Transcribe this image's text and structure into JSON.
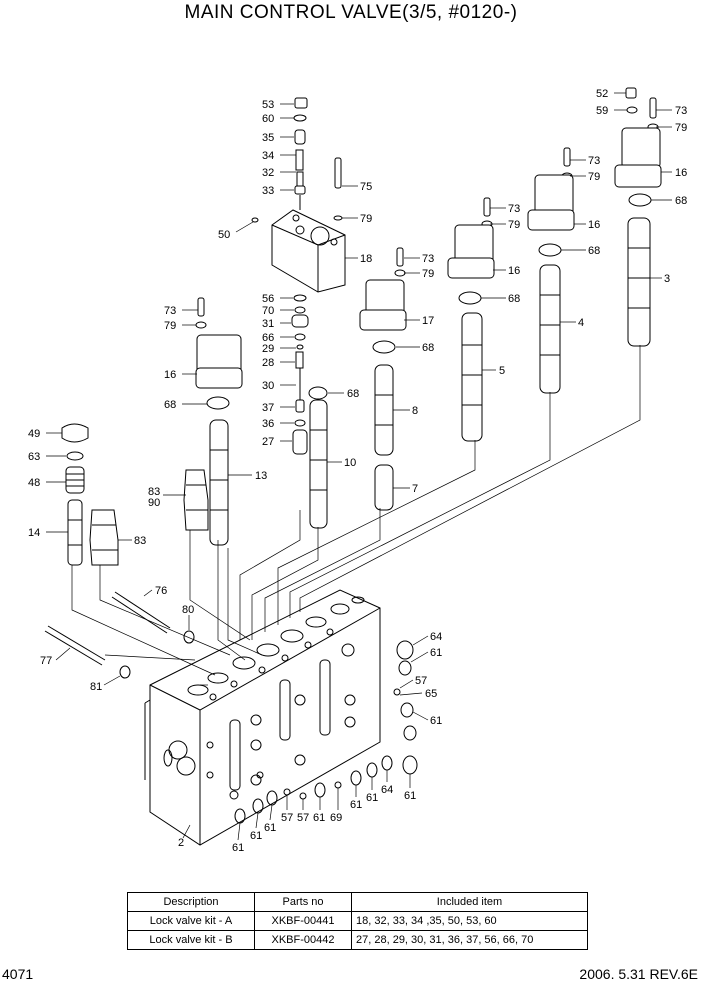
{
  "title": "MAIN CONTROL VALVE(3/5, #0120-)",
  "page_number": "4071",
  "revision": "2006. 5.31  REV.6E",
  "kit_table": {
    "headers": [
      "Description",
      "Parts no",
      "Included item"
    ],
    "rows": [
      [
        "Lock valve kit - A",
        "XKBF-00441",
        "18, 32, 33, 34 ,35, 50, 53, 60"
      ],
      [
        "Lock valve kit - B",
        "XKBF-00442",
        "27, 28, 29, 30, 31, 36, 37, 56, 66, 70"
      ]
    ]
  },
  "callouts": [
    "53",
    "60",
    "35",
    "34",
    "32",
    "33",
    "75",
    "79",
    "50",
    "18",
    "73",
    "79",
    "56",
    "70",
    "31",
    "66",
    "29",
    "28",
    "30",
    "37",
    "36",
    "27",
    "68",
    "10",
    "17",
    "68",
    "8",
    "7",
    "73",
    "79",
    "16",
    "68",
    "13",
    "83",
    "90",
    "49",
    "63",
    "48",
    "14",
    "83",
    "76",
    "80",
    "77",
    "81",
    "2",
    "73",
    "79",
    "16",
    "68",
    "5",
    "73",
    "79",
    "16",
    "68",
    "4",
    "52",
    "59",
    "73",
    "79",
    "16",
    "68",
    "3",
    "64",
    "61",
    "57",
    "65",
    "61",
    "61",
    "64",
    "61",
    "61",
    "69",
    "61",
    "57",
    "57",
    "61",
    "61",
    "61"
  ]
}
